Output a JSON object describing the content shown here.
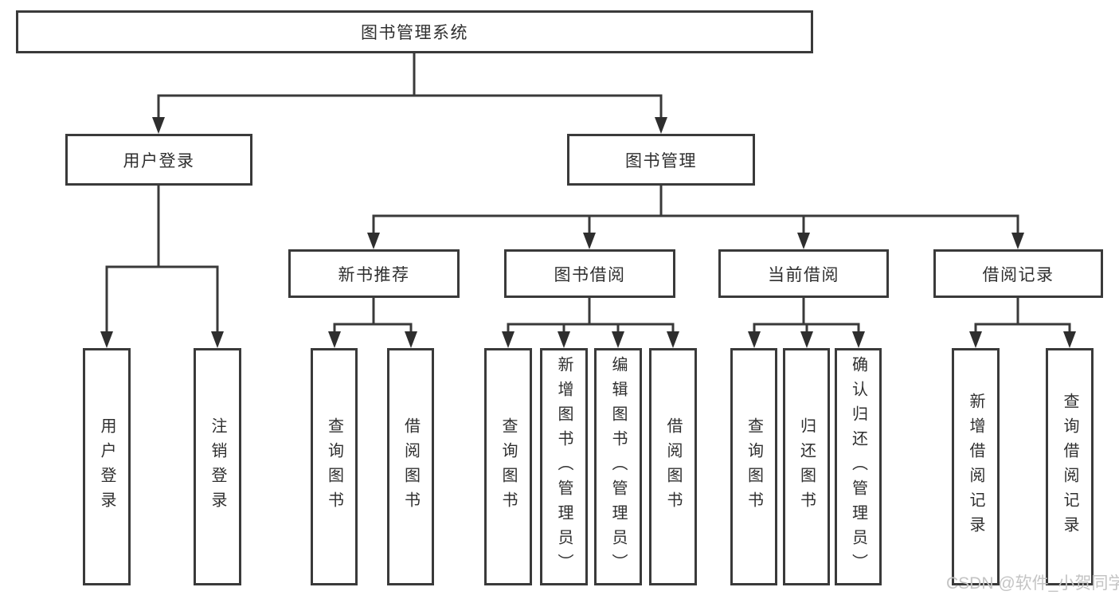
{
  "colors": {
    "background": "#ffffff",
    "line": "#3a3a3a",
    "box_border": "#3a3a3a",
    "text": "#2f2f2f",
    "arrowhead": "#2e2e2e",
    "watermark": "#c4c4c4"
  },
  "watermark": {
    "text": "CSDN @软件_小贺同学"
  },
  "diagram": {
    "root": {
      "label": "图书管理系统"
    },
    "branches": [
      {
        "label": "用户登录",
        "leaves": [
          "用户登录",
          "注销登录"
        ]
      },
      {
        "label": "图书管理",
        "groups": [
          {
            "label": "新书推荐",
            "leaves": [
              "查询图书",
              "借阅图书"
            ]
          },
          {
            "label": "图书借阅",
            "leaves": [
              "查询图书",
              "新增图书（管理员）",
              "编辑图书（管理员）",
              "借阅图书"
            ]
          },
          {
            "label": "当前借阅",
            "leaves": [
              "查询图书",
              "归还图书",
              "确认归还（管理员）"
            ]
          },
          {
            "label": "借阅记录",
            "leaves": [
              "新增借阅记录",
              "查询借阅记录"
            ]
          }
        ]
      }
    ]
  }
}
